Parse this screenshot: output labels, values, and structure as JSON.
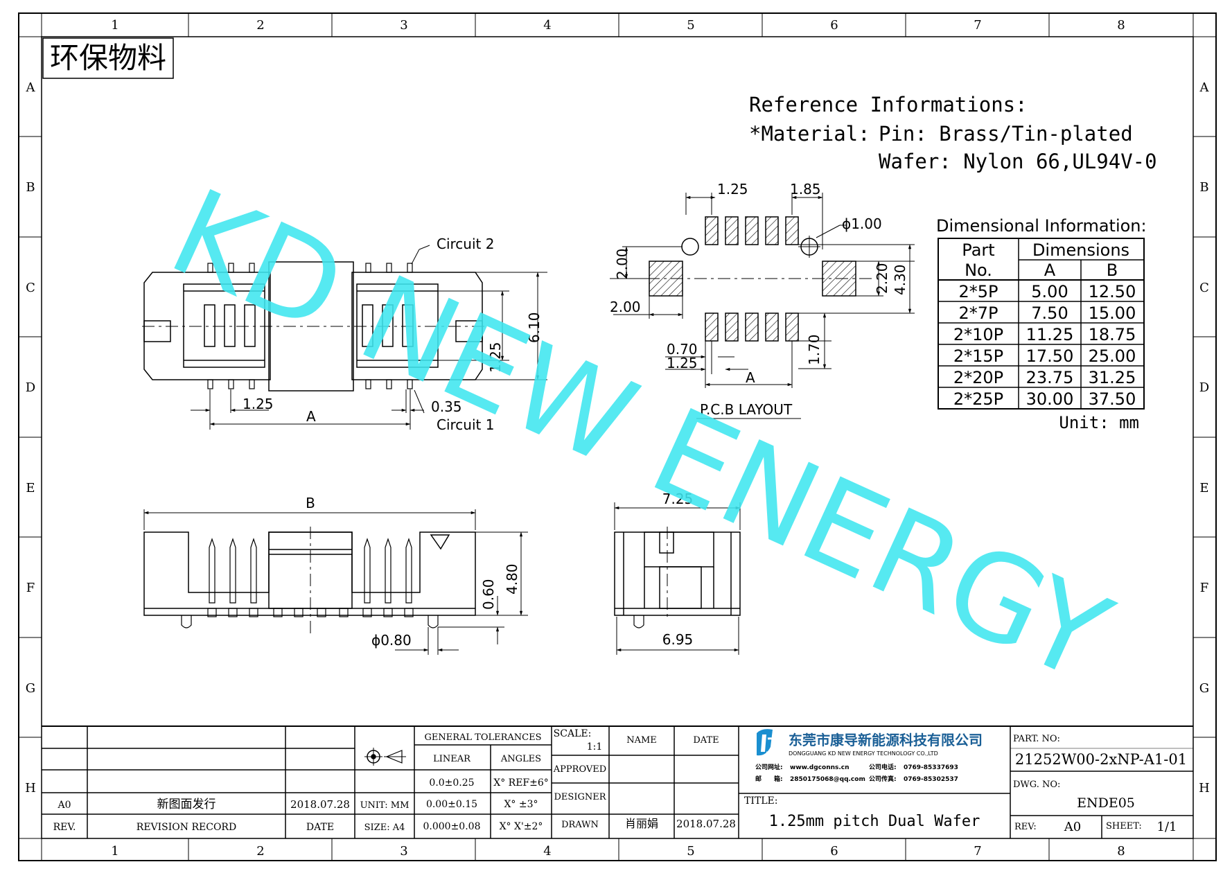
{
  "stamp": "环保物料",
  "watermark": "KD NEW ENERGY",
  "border": {
    "columns": [
      "1",
      "2",
      "3",
      "4",
      "5",
      "6",
      "7",
      "8"
    ],
    "rows": [
      "A",
      "B",
      "C",
      "D",
      "E",
      "F",
      "G",
      "H"
    ]
  },
  "reference": {
    "title": "Reference Informations:",
    "material_label": "*Material:",
    "pin": "Pin: Brass/Tin-plated",
    "wafer": "Wafer: Nylon 66,UL94V-0"
  },
  "top_view": {
    "circuit_2": "Circuit 2",
    "circuit_1": "Circuit 1",
    "dim_pitch": "1.25",
    "dim_a": "A",
    "dim_035": "0.35",
    "dim_125v": "1.25",
    "dim_610": "6.10"
  },
  "pcb_layout": {
    "caption": "P.C.B LAYOUT",
    "dim_125": "1.25",
    "dim_185": "1.85",
    "dim_hole": "ϕ1.00",
    "dim_200v": "2.00",
    "dim_200h": "2.00",
    "dim_220": "2.20",
    "dim_430": "4.30",
    "dim_070": "0.70",
    "dim_125b": "1.25",
    "dim_a": "A",
    "dim_170": "1.70"
  },
  "front_view": {
    "dim_b": "B",
    "dim_060": "0.60",
    "dim_480": "4.80",
    "dim_hole": "ϕ0.80"
  },
  "side_view": {
    "dim_725": "7.25",
    "dim_695": "6.95"
  },
  "dim_table": {
    "title": "Dimensional Information:",
    "col_part": "Part",
    "col_no": "No.",
    "col_dims": "Dimensions",
    "col_a": "A",
    "col_b": "B",
    "rows": [
      {
        "part": "2*5P",
        "a": "5.00",
        "b": "12.50"
      },
      {
        "part": "2*7P",
        "a": "7.50",
        "b": "15.00"
      },
      {
        "part": "2*10P",
        "a": "11.25",
        "b": "18.75"
      },
      {
        "part": "2*15P",
        "a": "17.50",
        "b": "25.00"
      },
      {
        "part": "2*20P",
        "a": "23.75",
        "b": "31.25"
      },
      {
        "part": "2*25P",
        "a": "30.00",
        "b": "37.50"
      }
    ],
    "unit": "Unit: mm"
  },
  "title_block": {
    "rev_a0": "A0",
    "rev_record_text": "新图面发行",
    "rev_date": "2018.07.28",
    "rev_label": "REV.",
    "revision_record": "REVISION RECORD",
    "date_label": "DATE",
    "unit_label": "UNIT: MM",
    "size_label": "SIZE: A4",
    "general_tolerances": "GENERAL TOLERANCES",
    "linear": "LINEAR",
    "angles": "ANGLES",
    "tol_linear_1": "0.0±0.25",
    "tol_linear_2": "0.00±0.15",
    "tol_linear_3": "0.000±0.08",
    "tol_ang_1": "X° REF±6°",
    "tol_ang_2": "X° ±3°",
    "tol_ang_3": "X° X'±2°",
    "scale_label": "SCALE:",
    "scale_value": "1:1",
    "name_label": "NAME",
    "date_col": "DATE",
    "approved": "APPROVED",
    "designer": "DESIGNER",
    "drawn": "DRAWN",
    "drawn_name": "肖丽娟",
    "drawn_date": "2018.07.28",
    "company_cn": "东莞市康导新能源科技有限公司",
    "company_en": "DONGGUANG KD NEW ENERGY TECHNOLOGY CO.,LTD",
    "web_label": "公司网址:",
    "web": "www.dgconns.cn",
    "mail_label": "邮　　箱:",
    "mail": "2850175068@qq.com",
    "tel_label": "公司电话:",
    "tel": "0769-85337693",
    "fax_label": "公司传真:",
    "fax": "0769-85302537",
    "title_label": "TITLE:",
    "title_value": "1.25mm pitch Dual Wafer",
    "part_no_label": "PART. NO:",
    "part_no": "21252W00-2xNP-A1-01",
    "dwg_no_label": "DWG. NO:",
    "dwg_no": "ENDE05",
    "rev_label2": "REV:",
    "rev_value": "A0",
    "sheet_label": "SHEET:",
    "sheet_value": "1/1"
  },
  "colors": {
    "watermark": "#3fe6f0",
    "ink": "#000000",
    "logo": "#1a8fd0"
  }
}
